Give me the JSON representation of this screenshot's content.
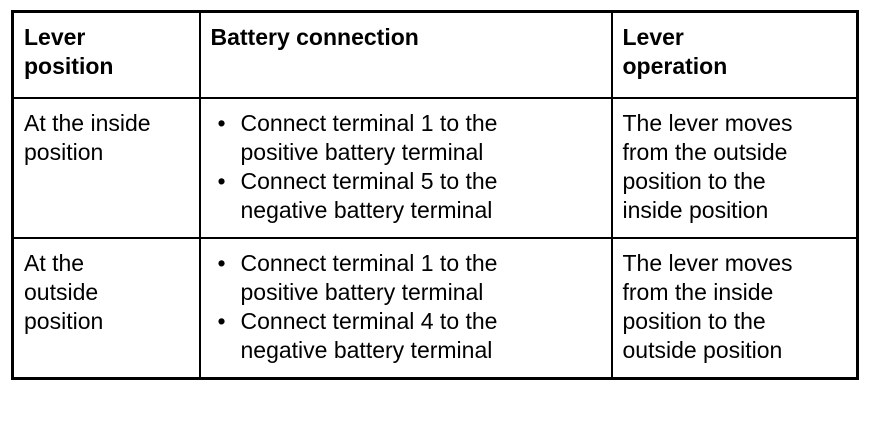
{
  "table": {
    "headers": [
      {
        "label": "Lever\nposition"
      },
      {
        "label": "Battery connection"
      },
      {
        "label": "Lever\noperation"
      }
    ],
    "rows": [
      {
        "lever_position": "At the inside\nposition",
        "battery_connection": [
          "Connect terminal 1 to the\npositive battery terminal",
          "Connect terminal 5 to the\nnegative battery terminal"
        ],
        "lever_operation": "The lever moves\nfrom the outside\nposition to the\ninside position",
        "bullet_glyph": "•"
      },
      {
        "lever_position": "At the\noutside\nposition",
        "battery_connection": [
          "Connect terminal 1 to the\npositive battery terminal",
          "Connect terminal 4 to the\nnegative battery terminal"
        ],
        "lever_operation": "The lever moves\nfrom the inside\nposition to the\noutside position",
        "bullet_glyph": "•"
      }
    ]
  },
  "colors": {
    "background": "#ffffff",
    "text": "#000000",
    "border": "#000000"
  }
}
